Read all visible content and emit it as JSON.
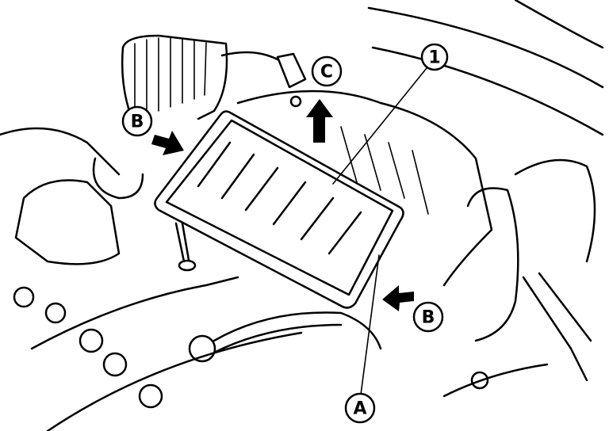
{
  "diagram": {
    "callouts": {
      "part_1": "1",
      "c": "C",
      "b_left": "B",
      "b_right": "B",
      "a": "A"
    }
  }
}
